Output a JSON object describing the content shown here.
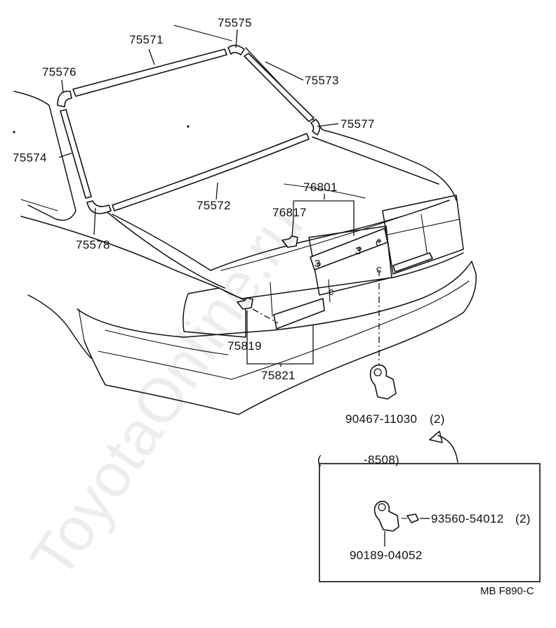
{
  "diagram": {
    "parts": {
      "p75575": "75575",
      "p75571": "75571",
      "p75576": "75576",
      "p75573": "75573",
      "p75577": "75577",
      "p75574": "75574",
      "p75572": "75572",
      "p76801": "76801",
      "p76817": "76817",
      "p75578": "75578",
      "p75819": "75819",
      "p75821": "75821",
      "p90467": "90467-11030",
      "p90467_qty": "(2)"
    },
    "inset": {
      "range_open": "(",
      "range_label": "-8508)",
      "p93560": "93560-54012",
      "p93560_qty": "(2)",
      "p90189": "90189-04052"
    },
    "figure_code": "MB F890-C",
    "watermark": "ToyotaOnline.ru"
  }
}
